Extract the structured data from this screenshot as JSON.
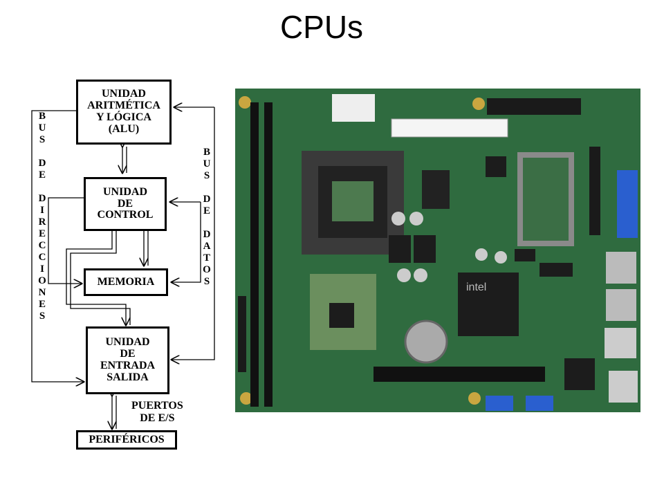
{
  "title": "CPUs",
  "diagram": {
    "alu": [
      "UNIDAD",
      "ARITMÉTICA",
      "Y LÓGICA",
      "(ALU)"
    ],
    "control": [
      "UNIDAD",
      "DE",
      "CONTROL"
    ],
    "memoria": "MEMORIA",
    "es": [
      "UNIDAD",
      "DE",
      "ENTRADA",
      "SALIDA"
    ],
    "perifericos": "PERIFÉRICOS",
    "puertos": [
      "PUERTOS",
      "DE E/S"
    ],
    "bus_direcciones": [
      "B",
      "U",
      "S",
      "",
      "D",
      "E",
      "",
      "D",
      "I",
      "R",
      "E",
      "C",
      "C",
      "I",
      "O",
      "N",
      "E",
      "S"
    ],
    "bus_datos": [
      "B",
      "U",
      "S",
      "",
      "D",
      "E",
      "",
      "D",
      "A",
      "T",
      "O",
      "S"
    ]
  },
  "board_chip_label": "intel",
  "colors": {
    "pcb": "#2f6b3f",
    "pcb_dark": "#1f4a2b",
    "chip": "#1c1c1c",
    "slot": "#111111",
    "gold": "#c9a640",
    "blue": "#2a5fcf"
  }
}
